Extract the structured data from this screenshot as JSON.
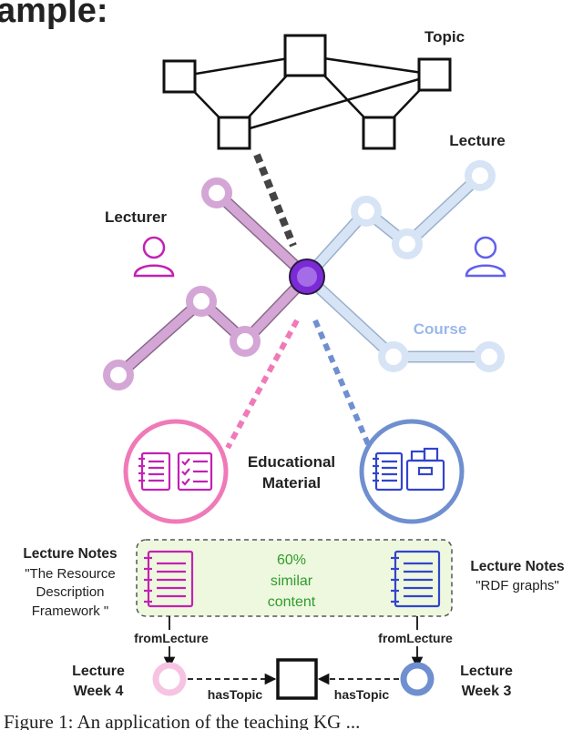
{
  "heading_fragment": "ample:",
  "caption_fragment": "Figure 1: An application of the teaching KG ...",
  "labels": {
    "topic": "Topic",
    "lecture": "Lecture",
    "lecturer": "Lecturer",
    "course": "Course",
    "educational_material_line1": "Educational",
    "educational_material_line2": "Material"
  },
  "comparison": {
    "similarity_line1": "60%",
    "similarity_line2": "similar",
    "similarity_line3": "content",
    "left_title": "Lecture Notes",
    "left_desc_line1": "\"The Resource",
    "left_desc_line2": "Description",
    "left_desc_line3": "Framework \"",
    "right_title": "Lecture Notes",
    "right_desc": "\"RDF graphs\"",
    "left_relation": "fromLecture",
    "right_relation": "fromLecture",
    "left_lecture_line1": "Lecture",
    "left_lecture_line2": "Week 4",
    "right_lecture_line1": "Lecture",
    "right_lecture_line2": "Week 3",
    "left_topic_relation": "hasTopic",
    "right_topic_relation": "hasTopic"
  },
  "colors": {
    "pink": "#f07ab8",
    "pink_light": "#f6c4e2",
    "purple_branch": "#d4a6d6",
    "blue": "#6f8fd0",
    "blue_light": "#d7e4f6",
    "center_node": "#7b2bd6",
    "green_bg": "#eef8de",
    "green_text": "#2e9c2e",
    "lecturer_icon": "#c321b3",
    "course_icon": "#6060ec",
    "course_label": "#9ab8e8"
  }
}
